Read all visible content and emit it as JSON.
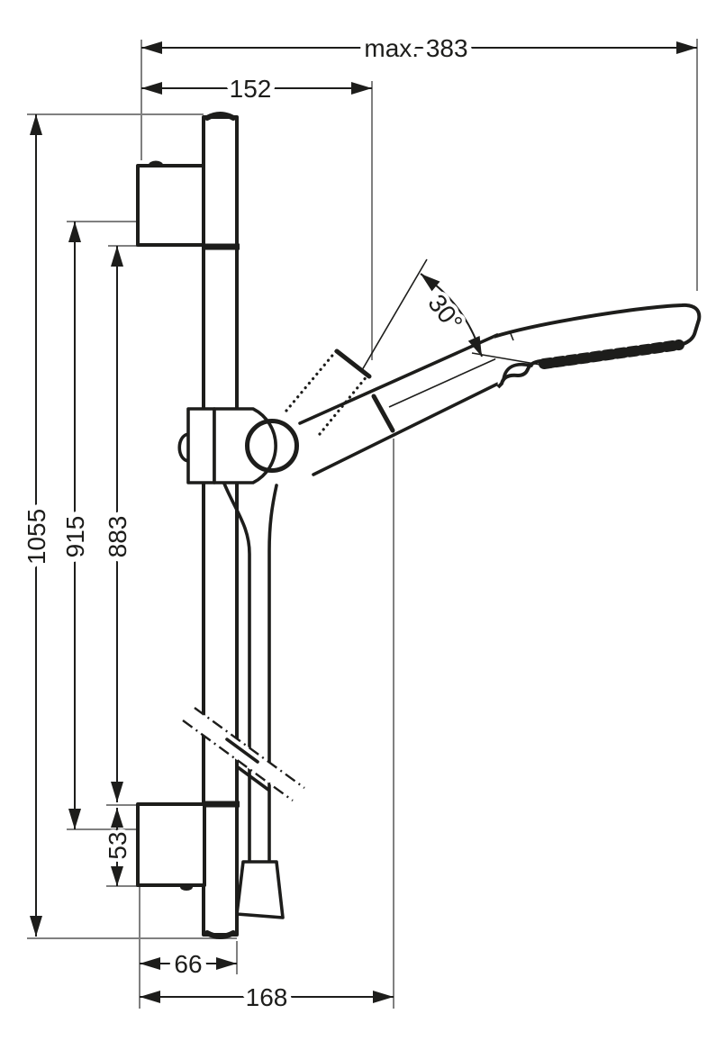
{
  "drawing": {
    "type": "technical-dimension-drawing",
    "colors": {
      "background": "#ffffff",
      "outline": "#1d1d1b",
      "extension_line": "#808080"
    },
    "dimensions": {
      "max_width": "max. 383",
      "rail_top_offset": "152",
      "rail_length": "1055",
      "mount_spacing": "915",
      "bracket_spacing": "883",
      "bracket_height": "53",
      "rail_bottom_offset": "66",
      "hose_connection_offset": "168",
      "swivel_angle": "30°"
    }
  }
}
